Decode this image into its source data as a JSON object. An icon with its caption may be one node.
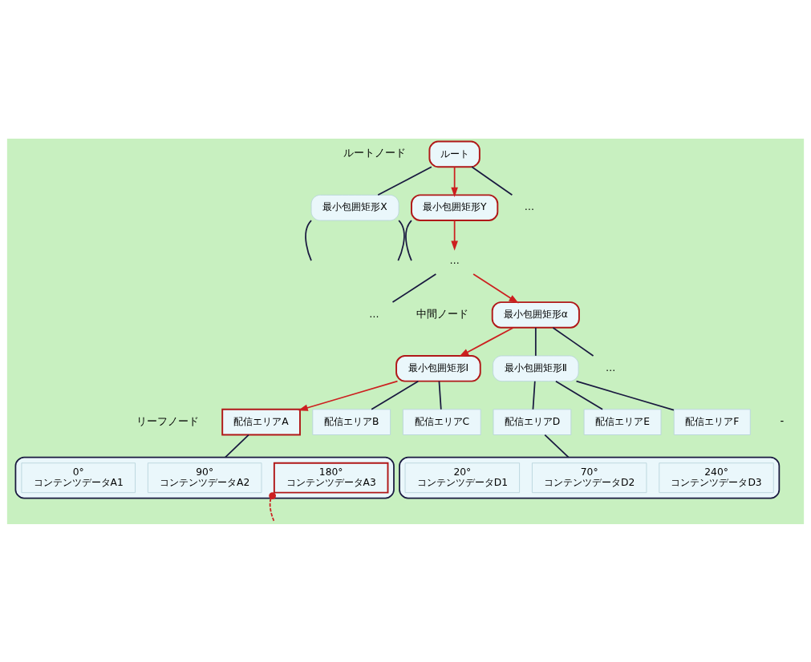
{
  "diagram": {
    "nodes": [
      {
        "text": [
          "ルート"
        ]
      },
      {
        "text": [
          "最小包囲矩形X"
        ]
      },
      {
        "text": [
          "最小包囲矩形Y"
        ]
      },
      {
        "text": [
          "…"
        ]
      },
      {
        "text": [
          "…"
        ]
      },
      {
        "text": [
          "最小包囲矩形α"
        ]
      },
      {
        "text": [
          "…"
        ]
      },
      {
        "text": [
          "最小包囲矩形Ⅰ"
        ]
      },
      {
        "text": [
          "最小包囲矩形Ⅱ"
        ]
      },
      {
        "text": [
          "…"
        ]
      },
      {
        "text": [
          "配信エリアA"
        ]
      },
      {
        "text": [
          "配信エリアB"
        ]
      },
      {
        "text": [
          "配信エリアC"
        ]
      },
      {
        "text": [
          "配信エリアD"
        ]
      },
      {
        "text": [
          "配信エリアE"
        ]
      },
      {
        "text": [
          "配信エリアF"
        ]
      },
      {
        "text": [],
        "shape": "box"
      },
      {
        "text": [
          "0°",
          "コンテンツデータA1"
        ],
        "in": 16
      },
      {
        "text": [
          "90°",
          "コンテンツデータA2"
        ],
        "in": 16
      },
      {
        "text": [
          "180°",
          "コンテンツデータA3"
        ],
        "in": 16
      },
      {
        "text": [],
        "shape": "box"
      },
      {
        "text": [
          "20°",
          "コンテンツデータD1"
        ],
        "in": 20
      },
      {
        "text": [
          "70°",
          "コンテンツデータD2"
        ],
        "in": 20
      },
      {
        "text": [
          "240°",
          "コンテンツデータD3"
        ],
        "in": 20
      }
    ],
    "edges": [
      {
        "from": 0,
        "to": 1,
        "arrow": "none"
      },
      {
        "from": 0,
        "to": 2,
        "arrow": "to",
        "color": "#cc2020"
      },
      {
        "from": 0,
        "to": 3,
        "arrow": "none"
      },
      {
        "from": 1,
        "to": null,
        "arrow": "none"
      },
      {
        "from": 1,
        "to": null,
        "arrow": "none"
      },
      {
        "from": 2,
        "to": 4,
        "arrow": "to",
        "color": "#cc2020"
      },
      {
        "from": 2,
        "to": null,
        "arrow": "none"
      },
      {
        "from": 4,
        "to": 5,
        "arrow": "to",
        "color": "#cc2020"
      },
      {
        "from": 4,
        "to": 6,
        "arrow": "none"
      },
      {
        "from": 5,
        "to": 7,
        "arrow": "to",
        "color": "#cc2020"
      },
      {
        "from": 5,
        "to": 8,
        "arrow": "none"
      },
      {
        "from": 5,
        "to": 9,
        "arrow": "none"
      },
      {
        "from": 7,
        "to": 10,
        "arrow": "to",
        "color": "#cc2020"
      },
      {
        "from": 7,
        "to": 11,
        "arrow": "none"
      },
      {
        "from": 7,
        "to": 12,
        "arrow": "none"
      },
      {
        "from": 8,
        "to": 13,
        "arrow": "none"
      },
      {
        "from": 8,
        "to": 14,
        "arrow": "none"
      },
      {
        "from": 8,
        "to": 15,
        "arrow": "none"
      },
      {
        "from": 10,
        "to": 16,
        "arrow": "none"
      },
      {
        "from": 13,
        "to": 20,
        "arrow": "none"
      },
      {
        "from": 19,
        "to": null,
        "arrow": "other",
        "style": "dashed",
        "color": "#cc2020"
      }
    ],
    "labels": [
      "ルートノード",
      "中間ノード",
      "リーフノード",
      "-"
    ]
  }
}
